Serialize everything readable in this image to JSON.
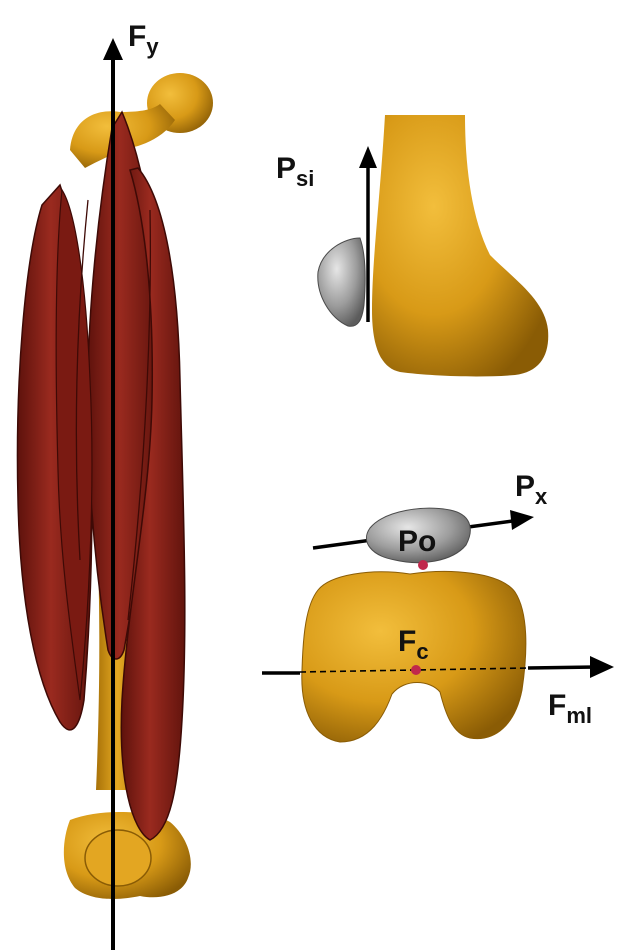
{
  "colors": {
    "bone": "#d89a17",
    "bone_dark": "#9c6a08",
    "muscle": "#8e1f17",
    "muscle_dark": "#5a100b",
    "patella": "#9a9a9a",
    "point": "#c0284c",
    "axis": "#000000"
  },
  "labels": {
    "fy": {
      "main": "F",
      "sub": "y"
    },
    "psi": {
      "main": "P",
      "sub": "si"
    },
    "px": {
      "main": "P",
      "sub": "x"
    },
    "po": {
      "main": "Po"
    },
    "fc": {
      "main": "F",
      "sub": "c"
    },
    "fml": {
      "main": "F",
      "sub": "ml"
    }
  },
  "icons": {
    "femur": "femur-bone-icon",
    "muscle": "quadriceps-muscle-icon",
    "patella": "patella-icon"
  }
}
